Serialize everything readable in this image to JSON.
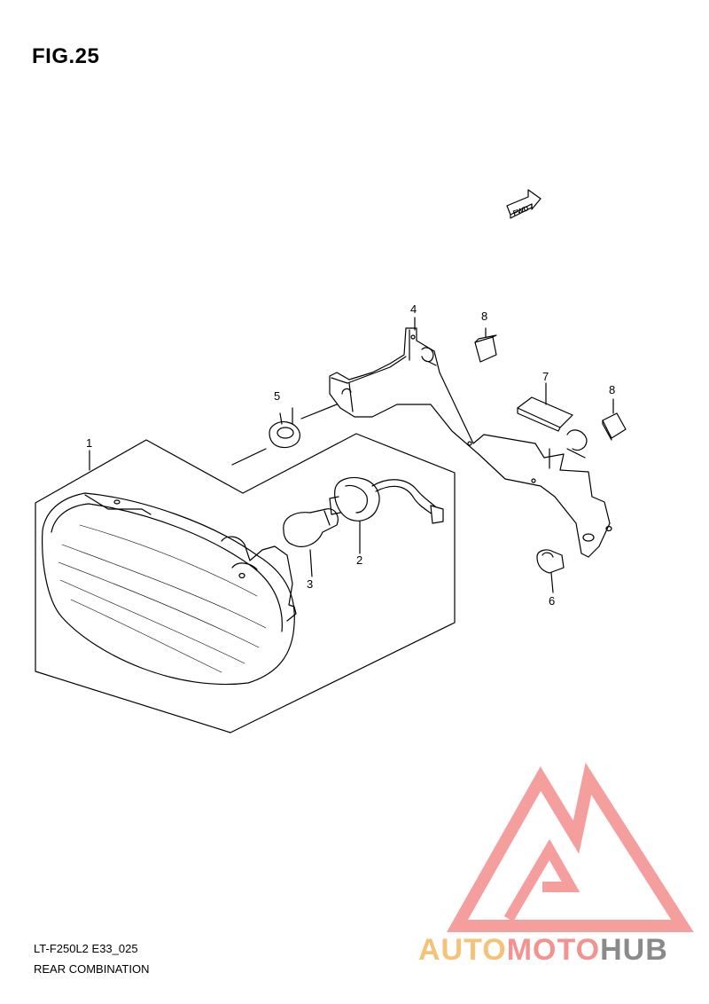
{
  "figure": {
    "title": "FIG.25"
  },
  "direction_marker": {
    "label": "FWD"
  },
  "callouts": [
    {
      "id": "part-1",
      "label": "1"
    },
    {
      "id": "part-2",
      "label": "2"
    },
    {
      "id": "part-3",
      "label": "3"
    },
    {
      "id": "part-4",
      "label": "4"
    },
    {
      "id": "part-5",
      "label": "5"
    },
    {
      "id": "part-6",
      "label": "6"
    },
    {
      "id": "part-7",
      "label": "7"
    },
    {
      "id": "part-8a",
      "label": "8"
    },
    {
      "id": "part-8b",
      "label": "8"
    }
  ],
  "footer": {
    "model_code": "LT-F250L2 E33_025",
    "section_title": "REAR COMBINATION"
  },
  "watermark": {
    "word_a": "AUTO",
    "word_b": "MOTO",
    "word_c": "HUB",
    "colors": {
      "auto": "#f5c27a",
      "moto": "#f4928f",
      "hub": "#8a8a8a",
      "triangle": "#f49a98"
    }
  }
}
